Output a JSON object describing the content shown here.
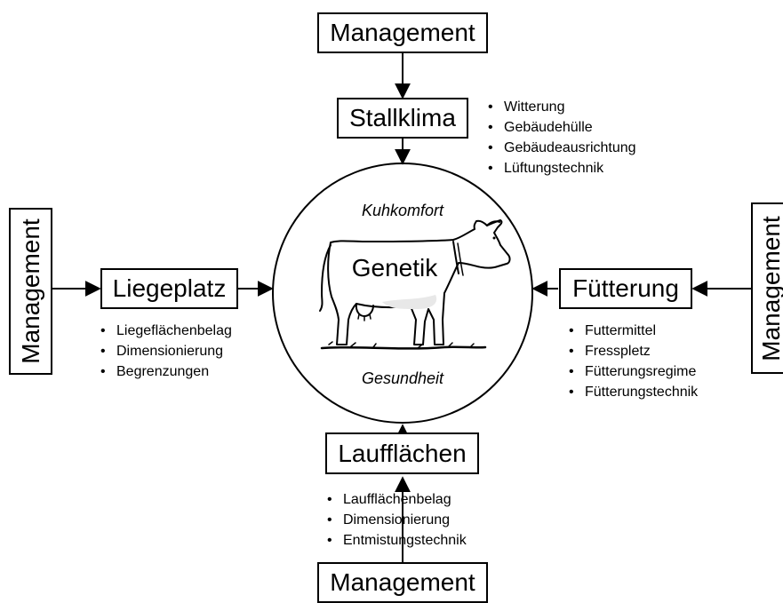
{
  "management_label": "Management",
  "top": {
    "title": "Stallklima",
    "items": [
      "Witterung",
      "Gebäudehülle",
      "Gebäudeausrichtung",
      "Lüftungstechnik"
    ]
  },
  "left": {
    "title": "Liegeplatz",
    "items": [
      "Liegeflächenbelag",
      "Dimensionierung",
      "Begrenzungen"
    ]
  },
  "right": {
    "title": "Fütterung",
    "items": [
      "Futtermittel",
      "Fresspletz",
      "Fütterungsregime",
      "Fütterungstechnik"
    ]
  },
  "bottom": {
    "title": "Laufflächen",
    "items": [
      "Laufflächenbelag",
      "Dimensionierung",
      "Entmistungstechnik"
    ]
  },
  "center": {
    "top_label": "Kuhkomfort",
    "middle_label": "Genetik",
    "bottom_label": "Gesundheit"
  }
}
